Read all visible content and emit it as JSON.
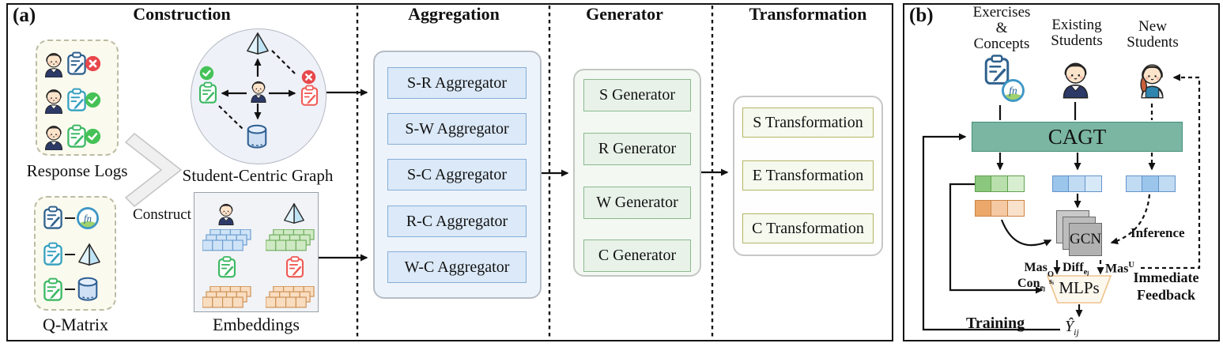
{
  "panel_a": {
    "tag": "(a)",
    "construction": {
      "title": "Construction",
      "response_logs_label": "Response Logs",
      "response_results": [
        "incorrect",
        "correct",
        "correct"
      ],
      "graph_label": "Student-Centric Graph",
      "construct_label": "Construct",
      "q_matrix_label": "Q-Matrix",
      "q_matrix_concepts": [
        "function",
        "pyramid",
        "cylinder"
      ],
      "embeddings_label": "Embeddings"
    },
    "aggregation": {
      "title": "Aggregation",
      "boxes": [
        "S-R Aggregator",
        "S-W Aggregator",
        "S-C Aggregator",
        "R-C Aggregator",
        "W-C Aggregator"
      ]
    },
    "generator": {
      "title": "Generator",
      "boxes": [
        "S Generator",
        "R Generator",
        "W Generator",
        "C Generator"
      ]
    },
    "transformation": {
      "title": "Transformation",
      "boxes": [
        "S Transformation",
        "E Transformation",
        "C Transformation"
      ]
    }
  },
  "panel_b": {
    "tag": "(b)",
    "inputs": {
      "exercises": "Exercises\n&\nConcepts",
      "existing": "Existing\nStudents",
      "new": "New\nStudents"
    },
    "cagt": "CAGT",
    "gcn": "GCN",
    "mlps": "MLPs",
    "inference": "Inference",
    "immediate_feedback": "Immediate\nFeedback",
    "training": "Training",
    "mas_o": {
      "base": "Mas",
      "sup": "O",
      "sub": "sᵢ"
    },
    "diff": {
      "base": "Diff",
      "sub": "eⱼ"
    },
    "mas_u": {
      "base": "Mas",
      "sup": "U"
    },
    "con": {
      "base": "Con",
      "sub": "eⱼ"
    },
    "y_hat": {
      "base": "Ŷ",
      "sub": "ij"
    }
  },
  "icons": {
    "student_avatar": "boy-avatar-icon",
    "new_student_avatar": "girl-avatar-icon",
    "exercise": "clipboard-pencil-icon",
    "correct": "check-circle-icon",
    "incorrect": "cross-circle-icon",
    "concept_function": "fn-circle-icon",
    "concept_pyramid": "pyramid-icon",
    "concept_cylinder": "cylinder-icon",
    "embedding_stack": "stacked-cells-icon",
    "gcn_stack": "stacked-squares-icon",
    "construct_arrow": "chevron-right-icon"
  },
  "colors": {
    "cagt_fill": "#7ab6a2",
    "aggregator_box": "#dbe9f8",
    "generator_box": "#e8f2e9",
    "transformation_box": "#f5f9ee",
    "mlps_fill": "#fdf8ee",
    "mlps_border": "#efc28c",
    "green_strip": "#8bc77d",
    "orange_strip": "#eca76b",
    "blue_strip": "#9bc5eb",
    "correct_green": "#45c257",
    "incorrect_red": "#e8474b"
  }
}
